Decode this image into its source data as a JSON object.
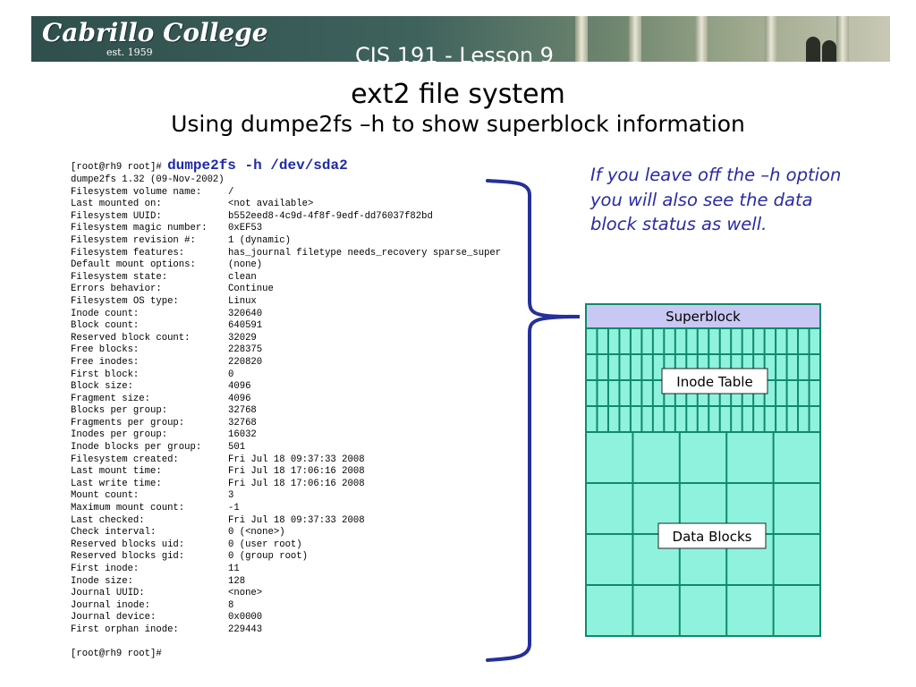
{
  "banner": {
    "logo_text": "Cabrillo College",
    "logo_subtext": "est. 1959",
    "course_title": "CIS 191 - Lesson 9"
  },
  "slide": {
    "title": "ext2 file system",
    "subtitle": "Using dumpe2fs –h to show superblock information"
  },
  "terminal": {
    "prompt": "[root@rh9 root]#",
    "command": "dumpe2fs -h  /dev/sda2",
    "version_line": "dumpe2fs 1.32 (09-Nov-2002)",
    "rows": [
      {
        "k": "Filesystem volume name:",
        "v": "/"
      },
      {
        "k": "Last mounted on:",
        "v": "<not available>"
      },
      {
        "k": "Filesystem UUID:",
        "v": "b552eed8-4c9d-4f8f-9edf-dd76037f82bd"
      },
      {
        "k": "Filesystem magic number:",
        "v": "0xEF53"
      },
      {
        "k": "Filesystem revision #:",
        "v": "1 (dynamic)"
      },
      {
        "k": "Filesystem features:",
        "v": "has_journal filetype needs_recovery sparse_super"
      },
      {
        "k": "Default mount options:",
        "v": "(none)"
      },
      {
        "k": "Filesystem state:",
        "v": "clean"
      },
      {
        "k": "Errors behavior:",
        "v": "Continue"
      },
      {
        "k": "Filesystem OS type:",
        "v": "Linux"
      },
      {
        "k": "Inode count:",
        "v": "320640"
      },
      {
        "k": "Block count:",
        "v": "640591"
      },
      {
        "k": "Reserved block count:",
        "v": "32029"
      },
      {
        "k": "Free blocks:",
        "v": "228375"
      },
      {
        "k": "Free inodes:",
        "v": "220820"
      },
      {
        "k": "First block:",
        "v": "0"
      },
      {
        "k": "Block size:",
        "v": "4096"
      },
      {
        "k": "Fragment size:",
        "v": "4096"
      },
      {
        "k": "Blocks per group:",
        "v": "32768"
      },
      {
        "k": "Fragments per group:",
        "v": "32768"
      },
      {
        "k": "Inodes per group:",
        "v": "16032"
      },
      {
        "k": "Inode blocks per group:",
        "v": "501"
      },
      {
        "k": "Filesystem created:",
        "v": "Fri Jul 18 09:37:33 2008"
      },
      {
        "k": "Last mount time:",
        "v": "Fri Jul 18 17:06:16 2008"
      },
      {
        "k": "Last write time:",
        "v": "Fri Jul 18 17:06:16 2008"
      },
      {
        "k": "Mount count:",
        "v": "3"
      },
      {
        "k": "Maximum mount count:",
        "v": "-1"
      },
      {
        "k": "Last checked:",
        "v": "Fri Jul 18 09:37:33 2008"
      },
      {
        "k": "Check interval:",
        "v": "0 (<none>)"
      },
      {
        "k": "Reserved blocks uid:",
        "v": "0 (user root)"
      },
      {
        "k": "Reserved blocks gid:",
        "v": "0 (group root)"
      },
      {
        "k": "First inode:",
        "v": "11"
      },
      {
        "k": "Inode size:",
        "v": "128"
      },
      {
        "k": "Journal UUID:",
        "v": "<none>"
      },
      {
        "k": "Journal inode:",
        "v": "8"
      },
      {
        "k": "Journal device:",
        "v": "0x0000"
      },
      {
        "k": "First orphan inode:",
        "v": "229443"
      }
    ],
    "end_prompt": "[root@rh9 root]#"
  },
  "note": {
    "text": "If you leave off the –h option you will also see the data block status as well."
  },
  "diagram": {
    "superblock_label": "Superblock",
    "inode_table_label": "Inode Table",
    "data_blocks_label": "Data Blocks",
    "colors": {
      "outline": "#0f8a6a",
      "superblock_fill": "#c9c8f4",
      "fill": "#8ff2dc",
      "brace": "#25309a",
      "note": "#2a2aa8",
      "command": "#1f2aa8"
    }
  }
}
